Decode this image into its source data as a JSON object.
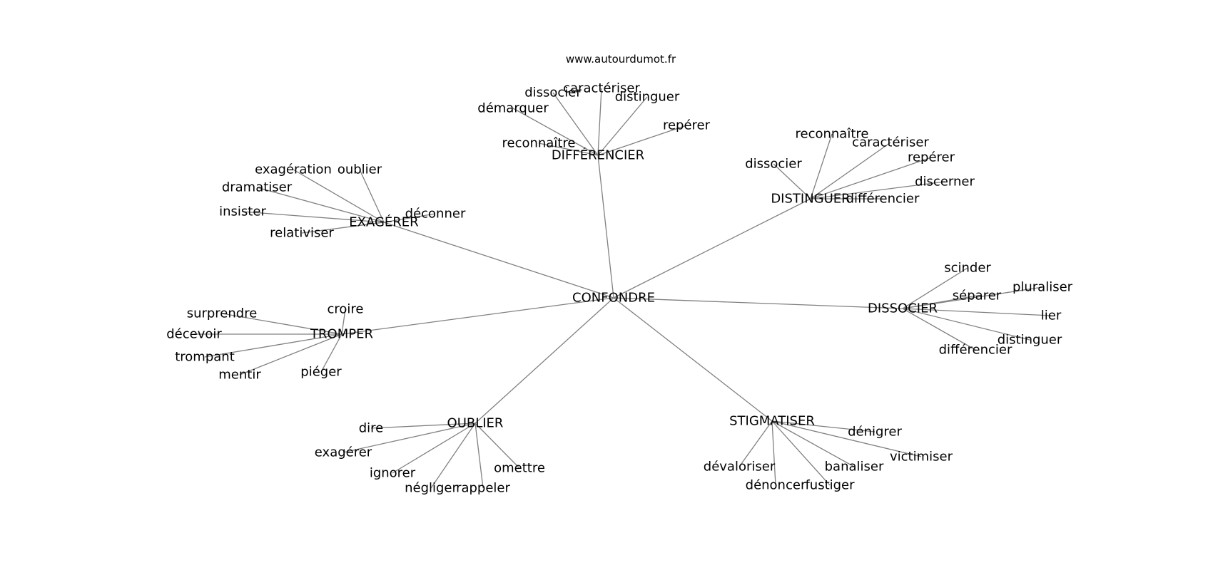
{
  "header": {
    "watermark": "www.autourdumot.fr"
  },
  "graph": {
    "center": "CONFONDRE",
    "groups": [
      {
        "hub": "DIFFÉRENCIER",
        "leaves": [
          "dissocier",
          "caractériser",
          "distinguer",
          "démarquer",
          "repérer",
          "reconnaître"
        ]
      },
      {
        "hub": "DISTINGUER",
        "leaves": [
          "reconnaître",
          "caractériser",
          "dissocier",
          "repérer",
          "discerner",
          "différencier"
        ]
      },
      {
        "hub": "EXAGÉRER",
        "leaves": [
          "exagération",
          "oublier",
          "dramatiser",
          "insister",
          "déconner",
          "relativiser"
        ]
      },
      {
        "hub": "DISSOCIER",
        "leaves": [
          "scinder",
          "séparer",
          "pluraliser",
          "lier",
          "distinguer",
          "différencier"
        ]
      },
      {
        "hub": "TROMPER",
        "leaves": [
          "croire",
          "surprendre",
          "décevoir",
          "trompant",
          "mentir",
          "piéger"
        ]
      },
      {
        "hub": "OUBLIER",
        "leaves": [
          "dire",
          "exagérer",
          "ignorer",
          "négliger",
          "rappeler",
          "omettre"
        ]
      },
      {
        "hub": "STIGMATISER",
        "leaves": [
          "dénigrer",
          "victimiser",
          "banaliser",
          "dévaloriser",
          "dénoncer",
          "fustiger"
        ]
      }
    ]
  }
}
